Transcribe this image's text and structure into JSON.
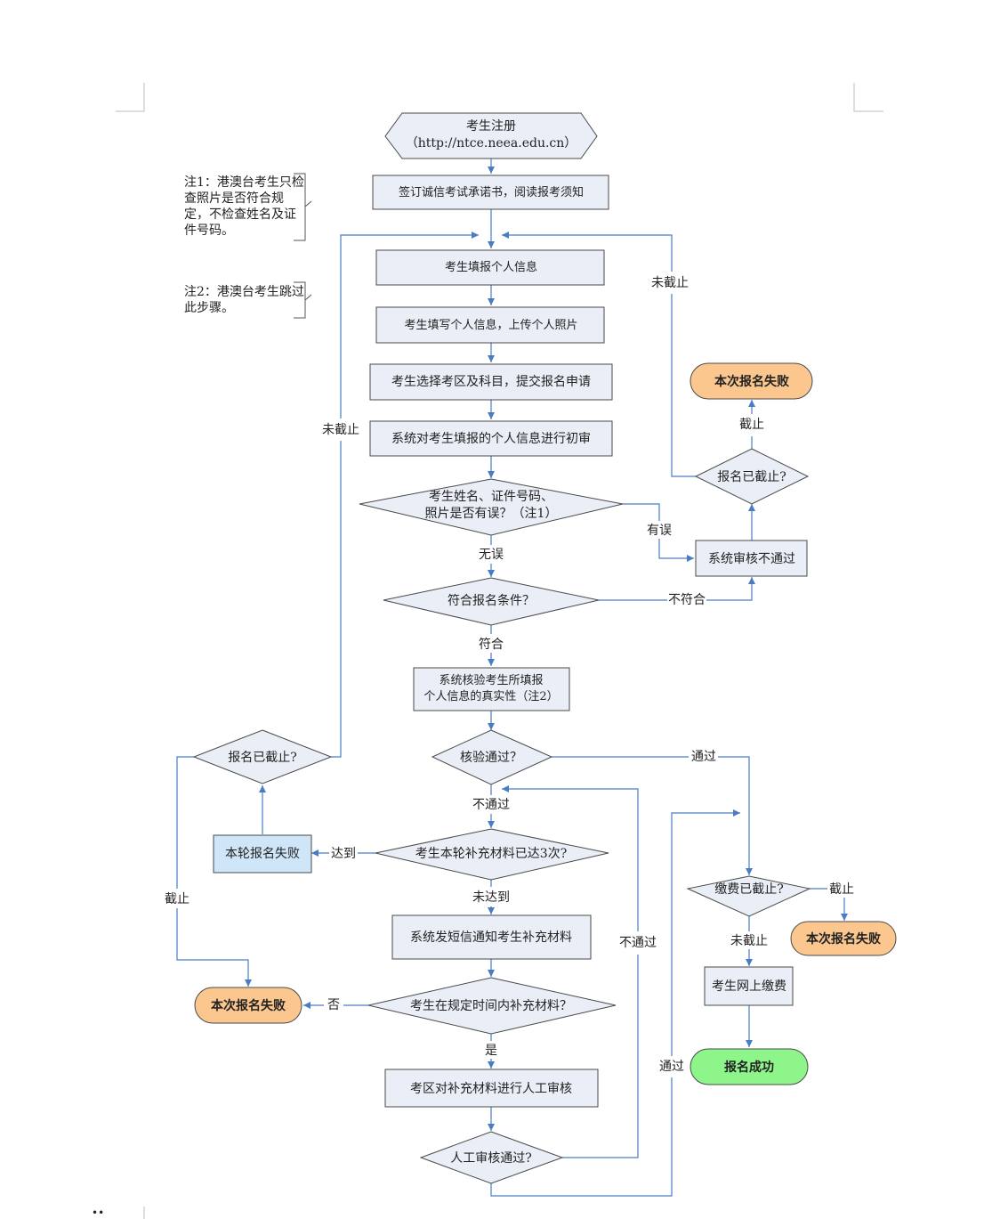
{
  "nodes": {
    "start_title": "考生注册",
    "start_url": "（http://ntce.neea.edu.cn）",
    "sign_pledge": "签订诚信考试承诺书，阅读报考须知",
    "fill_info": "考生填报个人信息",
    "upload_photo": "考生填写个人信息，上传个人照片",
    "select_area": "考生选择考区及科目，提交报名申请",
    "initial_review": "系统对考生填报的个人信息进行初审",
    "check_errors_line1": "考生姓名、证件号码、",
    "check_errors_line2": "照片是否有误？（注1）",
    "meets_conditions": "符合报名条件？",
    "verify_line1": "系统核验考生所填报",
    "verify_line2": "个人信息的真实性（注2）",
    "verify_passed": "核验通过？",
    "supplement_count": "考生本轮补充材料已达3次?",
    "sms_notify": "系统发短信通知考生补充材料",
    "supplement_in_time": "考生在规定时间内补充材料？",
    "manual_review": "考区对补充材料进行人工审核",
    "manual_passed": "人工审核通过?",
    "system_reject": "系统审核不通过",
    "deadline_right": "报名已截止?",
    "fail_top_right": "本次报名失败",
    "deadline_left": "报名已截止?",
    "round_fail": "本轮报名失败",
    "fail_left": "本次报名失败",
    "payment_deadline": "缴费已截止?",
    "fail_payment": "本次报名失败",
    "pay_online": "考生网上缴费",
    "success": "报名成功"
  },
  "notes": {
    "note1_line1": "注1：港澳台考生只检",
    "note1_line2": "查照片是否符合规",
    "note1_line3": "定，不检查姓名及证",
    "note1_line4": "件号码。",
    "note2_line1": "注2：港澳台考生跳过",
    "note2_line2": "此步骤。"
  },
  "edge_labels": {
    "not_closed_right": "未截止",
    "closed_right": "截止",
    "has_error": "有误",
    "no_error": "无误",
    "not_qualified": "不符合",
    "qualified": "符合",
    "passed_top": "通过",
    "not_closed_left": "未截止",
    "not_passed": "不通过",
    "reached": "达到",
    "not_reached": "未达到",
    "closed_left": "截止",
    "no": "否",
    "yes": "是",
    "not_passed_loop": "不通过",
    "passed_bottom": "通过",
    "closed_payment": "截止",
    "not_closed_payment": "未截止"
  },
  "footer": {
    "mark": "••"
  },
  "colors": {
    "process_fill": "#e9eef7",
    "highlight_fill": "#cfe6f8",
    "fail_fill": "#fbc78e",
    "success_fill": "#8ef58a",
    "connector": "#4a7cc4"
  }
}
